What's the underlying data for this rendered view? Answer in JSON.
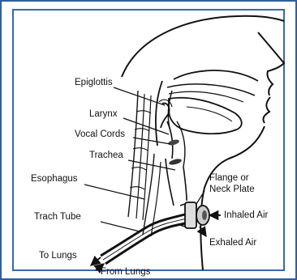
{
  "colors": {
    "frame": "#2f5f9e",
    "ink": "#111111",
    "background": "#ffffff"
  },
  "labels": {
    "epiglottis": "Epiglottis",
    "larynx": "Larynx",
    "vocal_cords": "Vocal Cords",
    "trachea": "Trachea",
    "esophagus": "Esophagus",
    "flange_line1": "Flange or",
    "flange_line2": "Neck Plate",
    "trach_tube": "Trach Tube",
    "inhaled_air": "Inhaled Air",
    "exhaled_air": "Exhaled Air",
    "to_lungs": "To Lungs",
    "from_lungs": "From Lungs"
  }
}
